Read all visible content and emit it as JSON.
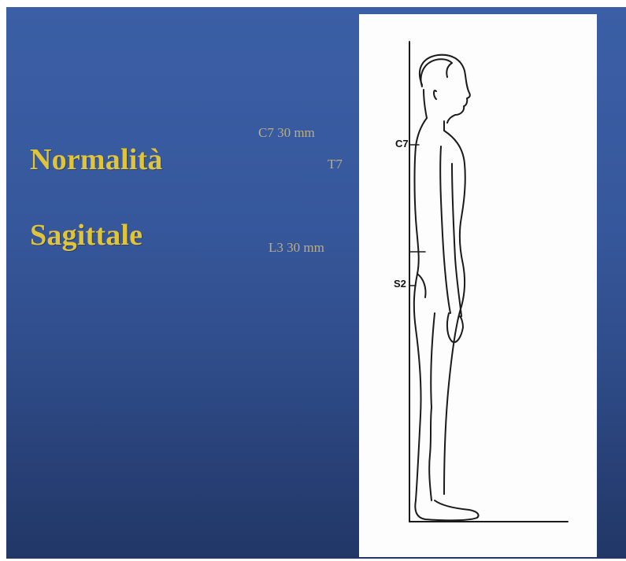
{
  "title": {
    "line1": "Normalità",
    "line2": "Sagittale"
  },
  "measurements": {
    "c7": "C7    30 mm",
    "t7": "T7",
    "l3": "L3    30 mm"
  },
  "figure_labels": {
    "c7": "C7",
    "s2": "S2"
  },
  "colors": {
    "background": "#36579b",
    "title": "#e0c43a",
    "measurement_text": "#b9ae84",
    "figure_panel": "#fdfdfd"
  }
}
